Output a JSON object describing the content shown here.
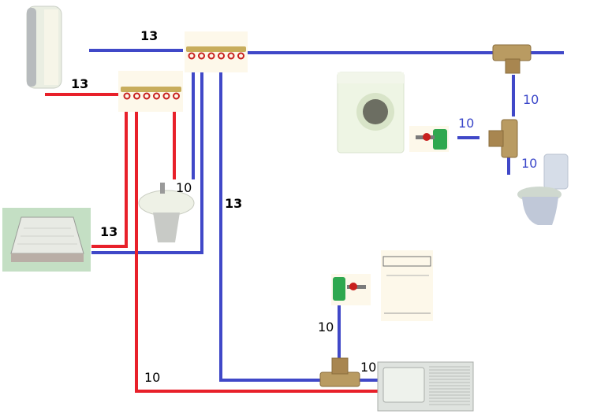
{
  "colors": {
    "hot_pipe": "#e8202a",
    "cold_pipe": "#4048c8",
    "brass": "#b89a5c",
    "valve_red": "#c8201e",
    "shower_bg": "#c4dfc4"
  },
  "fixtures": [
    {
      "name": "water-heater",
      "icon": "boiler-icon"
    },
    {
      "name": "washing-machine",
      "icon": "washing-machine-icon"
    },
    {
      "name": "toilet",
      "icon": "toilet-icon"
    },
    {
      "name": "washbasin",
      "icon": "sink-pedestal-icon"
    },
    {
      "name": "shower-tray",
      "icon": "shower-tray-icon"
    },
    {
      "name": "dishwasher",
      "icon": "dishwasher-icon"
    },
    {
      "name": "kitchen-sink",
      "icon": "kitchen-sink-icon"
    }
  ],
  "fittings": [
    {
      "name": "hot-manifold",
      "outlets": 6
    },
    {
      "name": "cold-manifold",
      "outlets": 6
    },
    {
      "name": "tee-main"
    },
    {
      "name": "tee-toilet"
    },
    {
      "name": "tee-kitchen"
    },
    {
      "name": "valve-washing-machine"
    },
    {
      "name": "valve-dishwasher"
    }
  ],
  "labels": {
    "cold_main": "13",
    "hot_main": "13",
    "basin": "10",
    "cold_riser": "13",
    "shower": "13",
    "kitchen_hot": "10",
    "dishwasher": "10",
    "kitchen_cold": "10",
    "washer": "10",
    "toilet_branch": "10",
    "toilet": "10"
  }
}
